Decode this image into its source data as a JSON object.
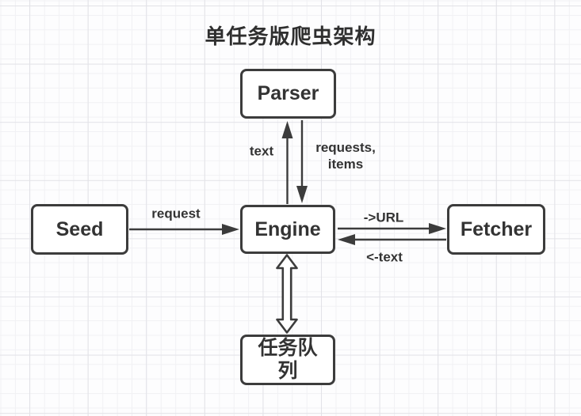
{
  "title": "单任务版爬虫架构",
  "nodes": {
    "parser": {
      "label": "Parser"
    },
    "seed": {
      "label": "Seed"
    },
    "engine": {
      "label": "Engine"
    },
    "fetcher": {
      "label": "Fetcher"
    },
    "task_queue": {
      "label": "任务队\n列"
    }
  },
  "edges": [
    {
      "from": "seed",
      "to": "engine",
      "label": "request",
      "style": "solid-arrow"
    },
    {
      "from": "engine",
      "to": "fetcher",
      "label": "->URL",
      "style": "solid-arrow"
    },
    {
      "from": "fetcher",
      "to": "engine",
      "label": "<-text",
      "style": "solid-arrow"
    },
    {
      "from": "engine",
      "to": "parser",
      "label": "text",
      "style": "solid-arrow"
    },
    {
      "from": "parser",
      "to": "engine",
      "label": "requests,\nitems",
      "style": "solid-arrow"
    },
    {
      "from": "engine",
      "to": "task_queue",
      "label": "",
      "style": "hollow-double-arrow"
    }
  ],
  "colors": {
    "stroke": "#3c3c3c",
    "text": "#333333",
    "node_fill": "#ffffff",
    "background": "#fdfdfe",
    "grid_minor": "#f1f1f4",
    "grid_major": "#e2e2e7"
  }
}
